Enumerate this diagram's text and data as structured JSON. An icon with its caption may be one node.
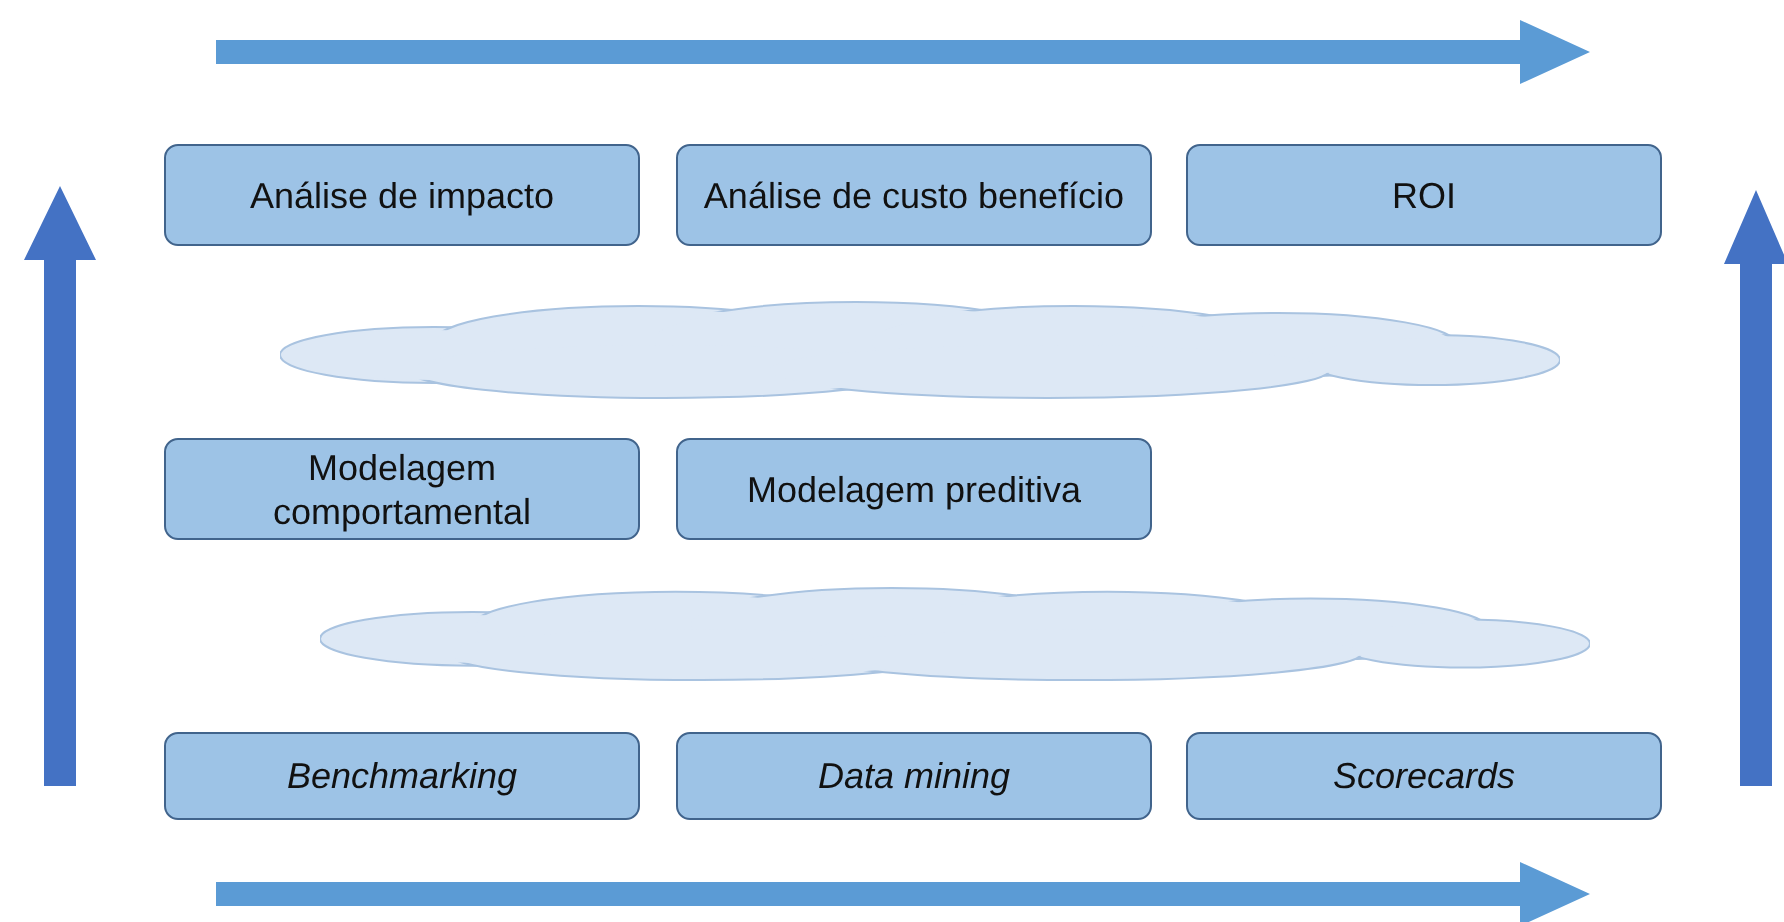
{
  "diagram": {
    "nodes": [
      {
        "text": [
          "Análise de impacto"
        ]
      },
      {
        "text": [
          "Análise de custo benefício"
        ]
      },
      {
        "text": [
          "ROI"
        ]
      },
      {
        "text": [],
        "shape": "cloud"
      },
      {
        "text": [
          "Modelagem comportamental"
        ]
      },
      {
        "text": [
          "Modelagem preditiva"
        ]
      },
      {
        "text": [],
        "shape": "cloud"
      },
      {
        "text": [
          "Benchmarking"
        ]
      },
      {
        "text": [
          "Data mining"
        ]
      },
      {
        "text": [
          "Scorecards"
        ]
      }
    ]
  }
}
